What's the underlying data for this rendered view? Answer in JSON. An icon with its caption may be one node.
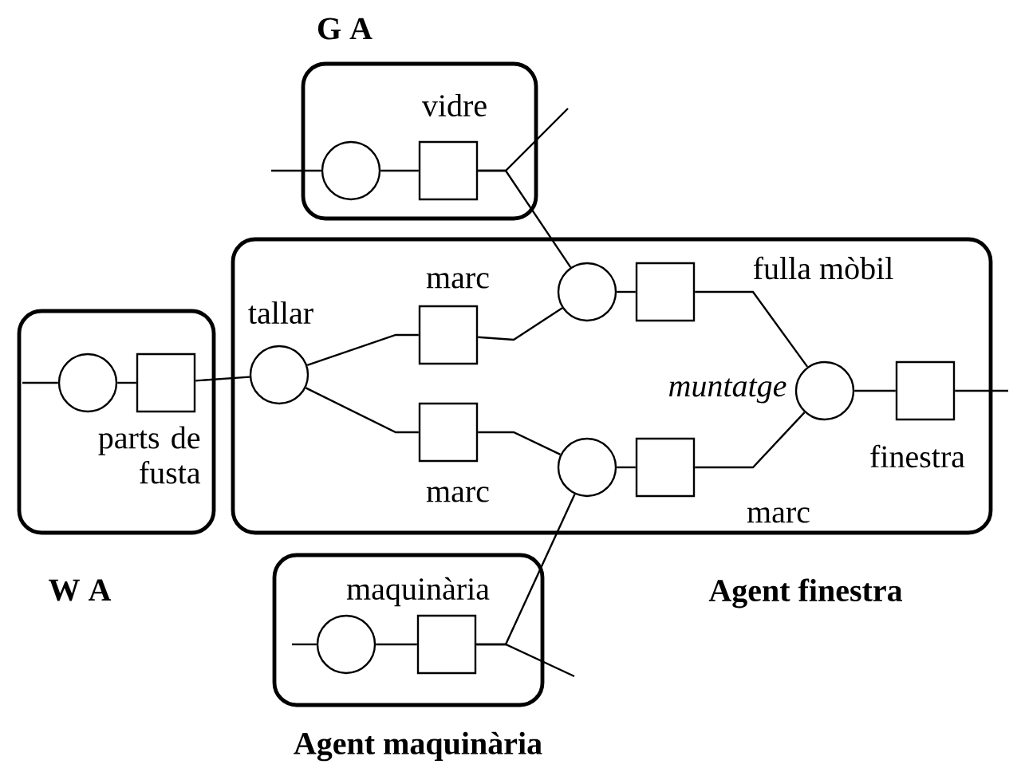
{
  "diagram": {
    "nodes": [
      {
        "text": [
          "G A"
        ]
      },
      {
        "text": [],
        "shape": "circle",
        "in": 0
      },
      {
        "text": [],
        "shape": "box",
        "in": 0,
        "beside": [
          "vidre"
        ]
      },
      {
        "text": [
          "W A"
        ]
      },
      {
        "text": [],
        "shape": "circle",
        "in": 3
      },
      {
        "text": [],
        "shape": "box",
        "in": 3,
        "beside": [
          "parts de fusta"
        ]
      },
      {
        "text": [
          "Agent finestra"
        ]
      },
      {
        "text": [],
        "shape": "circle",
        "in": 6,
        "beside": [
          "tallar"
        ]
      },
      {
        "text": [],
        "shape": "box",
        "in": 6,
        "beside": [
          "marc"
        ]
      },
      {
        "text": [],
        "shape": "box",
        "in": 6,
        "beside": [
          "marc"
        ]
      },
      {
        "text": [],
        "shape": "circle",
        "in": 6
      },
      {
        "text": [],
        "shape": "box",
        "in": 6,
        "beside": [
          "fulla mòbil"
        ]
      },
      {
        "text": [],
        "shape": "circle",
        "in": 6
      },
      {
        "text": [],
        "shape": "box",
        "in": 6,
        "beside": [
          "marc"
        ]
      },
      {
        "text": [],
        "shape": "circle",
        "in": 6,
        "beside": [
          "muntatge"
        ]
      },
      {
        "text": [],
        "shape": "box",
        "in": 6,
        "beside": [
          "finestra"
        ]
      },
      {
        "text": [
          "Agent maquinària"
        ]
      },
      {
        "text": [],
        "shape": "circle",
        "in": 16
      },
      {
        "text": [],
        "shape": "box",
        "in": 16,
        "beside": [
          "maquinària"
        ]
      }
    ],
    "edges": [
      {
        "from": null,
        "to": 1,
        "arrow": "none"
      },
      {
        "from": 1,
        "to": 2,
        "arrow": "none"
      },
      {
        "from": 2,
        "to": 10,
        "arrow": "none"
      },
      {
        "from": 2,
        "to": null,
        "arrow": "none"
      },
      {
        "from": null,
        "to": 4,
        "arrow": "none"
      },
      {
        "from": 4,
        "to": 5,
        "arrow": "none"
      },
      {
        "from": 5,
        "to": 7,
        "arrow": "none"
      },
      {
        "from": 7,
        "to": 8,
        "arrow": "none"
      },
      {
        "from": 7,
        "to": 9,
        "arrow": "none"
      },
      {
        "from": 8,
        "to": 10,
        "arrow": "none"
      },
      {
        "from": 9,
        "to": 12,
        "arrow": "none"
      },
      {
        "from": 10,
        "to": 11,
        "arrow": "none"
      },
      {
        "from": 11,
        "to": 14,
        "arrow": "none"
      },
      {
        "from": 12,
        "to": 13,
        "arrow": "none"
      },
      {
        "from": 13,
        "to": 14,
        "arrow": "none"
      },
      {
        "from": 14,
        "to": 15,
        "arrow": "none"
      },
      {
        "from": 15,
        "to": null,
        "arrow": "none"
      },
      {
        "from": null,
        "to": 17,
        "arrow": "none"
      },
      {
        "from": 17,
        "to": 18,
        "arrow": "none"
      },
      {
        "from": 18,
        "to": 12,
        "arrow": "none"
      },
      {
        "from": 18,
        "to": null,
        "arrow": "none"
      }
    ]
  }
}
